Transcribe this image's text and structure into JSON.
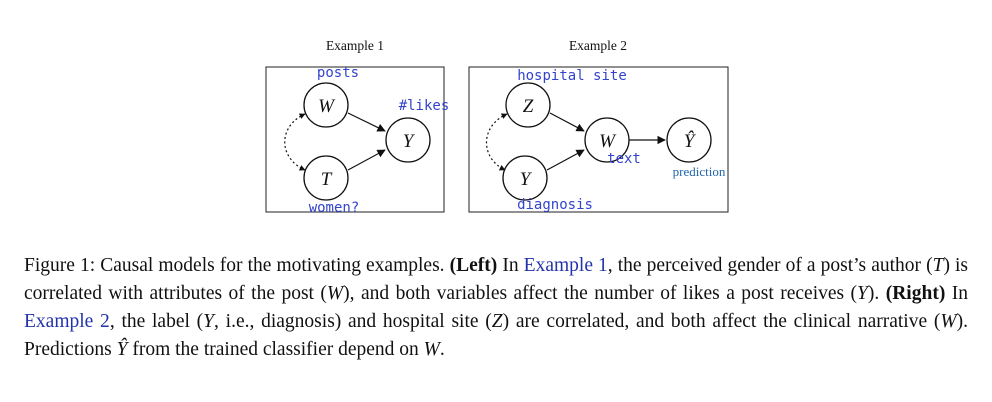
{
  "examples": [
    {
      "title": "Example 1",
      "nodes": {
        "w": "W",
        "y": "Y",
        "t": "T"
      },
      "annotations": {
        "posts": "posts",
        "likes": "#likes",
        "women": "women?"
      }
    },
    {
      "title": "Example 2",
      "nodes": {
        "z": "Z",
        "w": "W",
        "yhat": "Ŷ",
        "y": "Y"
      },
      "annotations": {
        "hospital": "hospital site",
        "text": "text",
        "prediction": "prediction",
        "diagnosis": "diagnosis"
      }
    }
  ],
  "caption": {
    "label": "Figure 1:",
    "s1": "Causal models for the motivating examples.",
    "left_label": "(Left)",
    "s2": "In",
    "link1": "Example 1",
    "s3": ", the perceived gender of a post’s author (",
    "var_T": "T",
    "s4": ") is correlated with attributes of the post (",
    "var_W1": "W",
    "s5": "), and both variables affect the number of likes a post receives (",
    "var_Y1": "Y",
    "s6": ").",
    "right_label": "(Right)",
    "s7": "In",
    "link2": "Example 2",
    "s8": ", the label (",
    "var_Y2": "Y",
    "s9": ", i.e., diagnosis) and hospital site (",
    "var_Z": "Z",
    "s10": ") are correlated, and both affect the clinical narrative (",
    "var_W2": "W",
    "s11": "). Predictions",
    "var_Yhat": "Ŷ",
    "s12": "from the trained classifier depend on",
    "var_W3": "W",
    "s13": "."
  }
}
